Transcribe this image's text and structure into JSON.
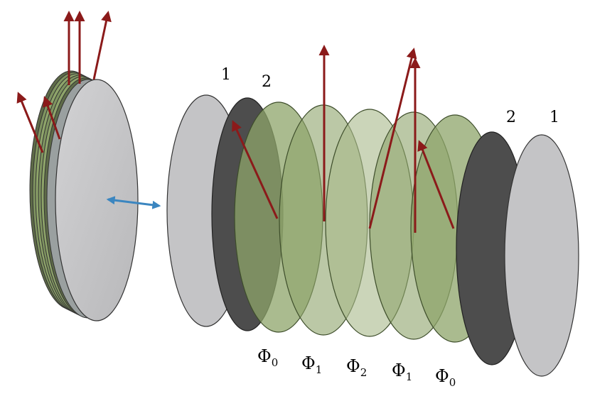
{
  "labels": {
    "left_outer": "1",
    "left_inner": "2",
    "right_inner": "2",
    "right_outer": "1"
  },
  "phases": [
    {
      "symbol": "Φ",
      "index": "0"
    },
    {
      "symbol": "Φ",
      "index": "1"
    },
    {
      "symbol": "Φ",
      "index": "2"
    },
    {
      "symbol": "Φ",
      "index": "1"
    },
    {
      "symbol": "Φ",
      "index": "0"
    }
  ],
  "colors": {
    "polarizer": "#c4c4c6",
    "analyzer": "#4d4d4d",
    "waveplate": "#8ea46a",
    "arrow": "#8b1a1a",
    "double_arrow": "#3b86c0"
  },
  "icons": {
    "expand": "double-headed-arrow"
  }
}
